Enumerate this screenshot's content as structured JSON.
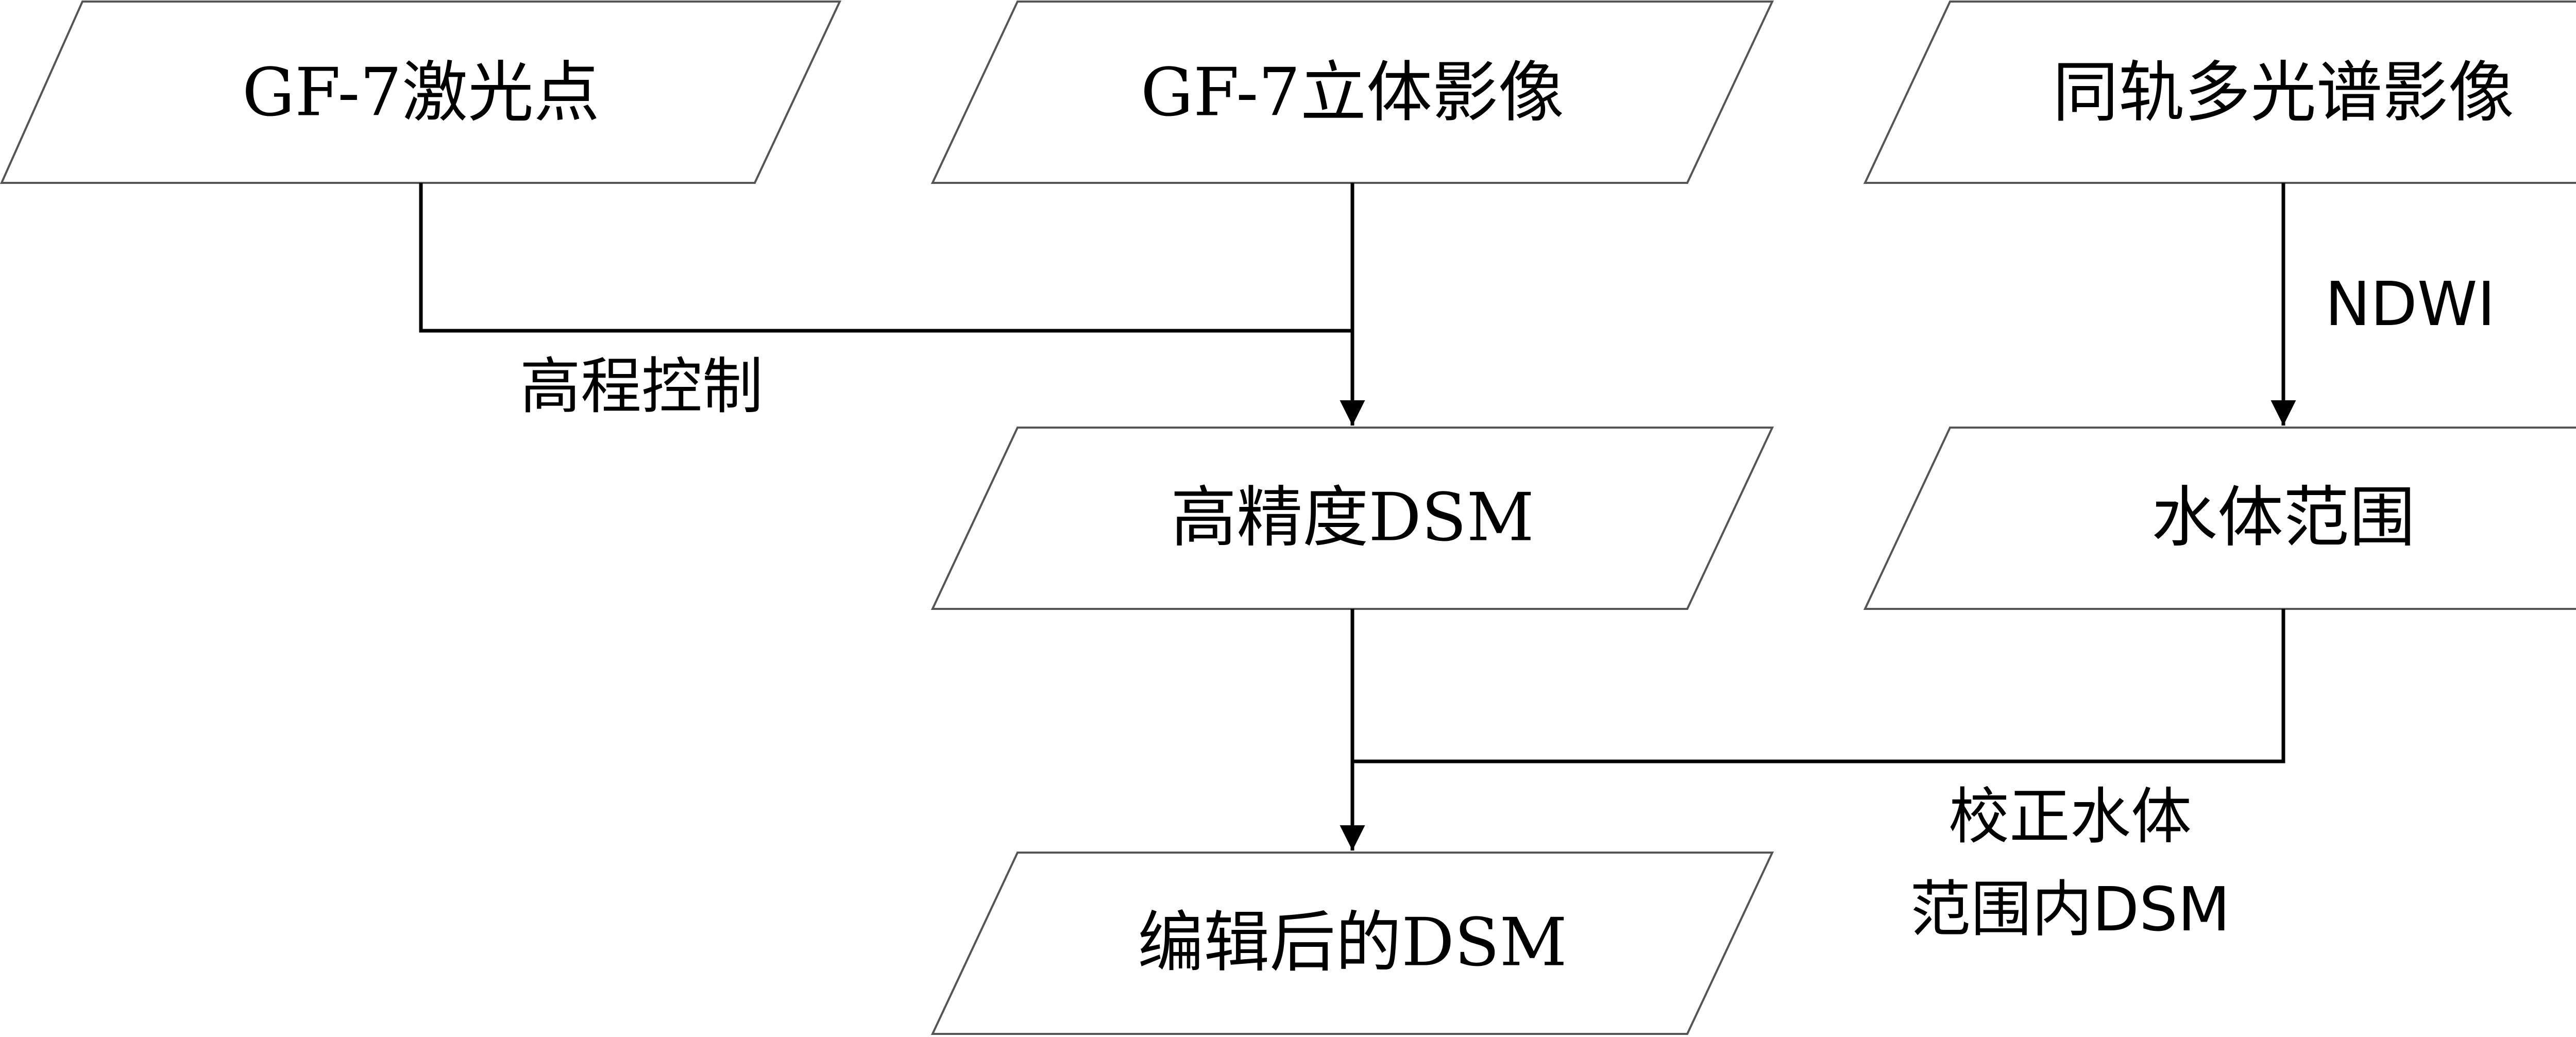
{
  "nodes": {
    "gf7_laser_points": {
      "label": "GF-7激光点"
    },
    "gf7_stereo_imagery": {
      "label": "GF-7立体影像"
    },
    "same_track_multispectral": {
      "label": "同轨多光谱影像"
    },
    "high_precision_dsm": {
      "label": "高精度DSM"
    },
    "water_extent": {
      "label": "水体范围"
    },
    "edited_dsm": {
      "label": "编辑后的DSM"
    }
  },
  "edges": {
    "elevation_control": {
      "label": "高程控制"
    },
    "ndwi": {
      "label": "NDWI"
    },
    "correct_water_dsm": {
      "line1": "校正水体",
      "line2": "范围内DSM"
    }
  },
  "colors": {
    "shape_border": "#555555",
    "link": "#000000",
    "text": "#000000",
    "background": "#ffffff"
  }
}
